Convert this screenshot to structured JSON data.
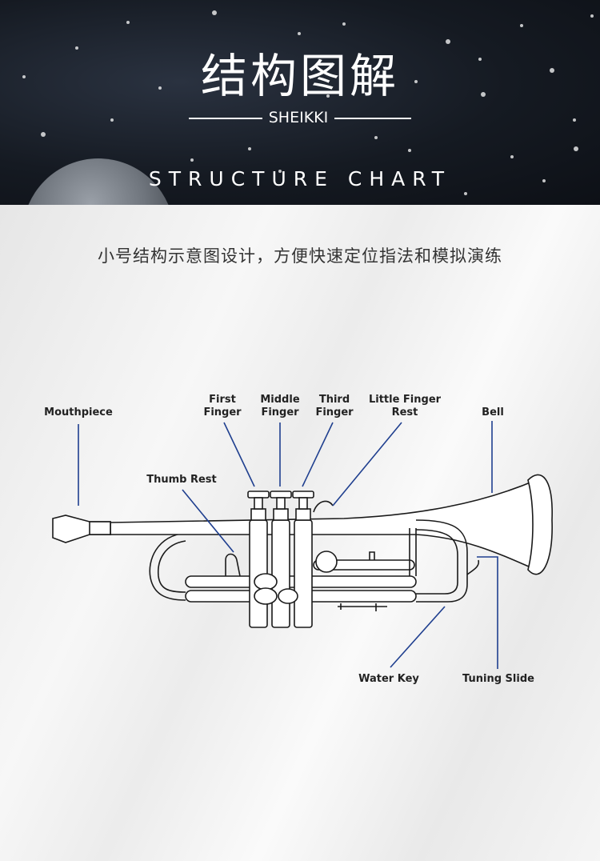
{
  "header": {
    "title": "结构图解",
    "brand": "SHEIKKI",
    "subtitle": "STRUCTURE CHART"
  },
  "description": "小号结构示意图设计，方便快速定位指法和模拟演练",
  "diagram": {
    "labels": {
      "mouthpiece": "Mouthpiece",
      "first_finger_1": "First",
      "first_finger_2": "Finger",
      "middle_finger_1": "Middle",
      "middle_finger_2": "Finger",
      "third_finger_1": "Third",
      "third_finger_2": "Finger",
      "little_finger_1": "Little Finger",
      "little_finger_2": "Rest",
      "bell": "Bell",
      "thumb_rest": "Thumb Rest",
      "water_key": "Water Key",
      "tuning_slide": "Tuning Slide"
    },
    "colors": {
      "leader": "#1f3f8f",
      "outline": "#1a1a1a"
    }
  }
}
